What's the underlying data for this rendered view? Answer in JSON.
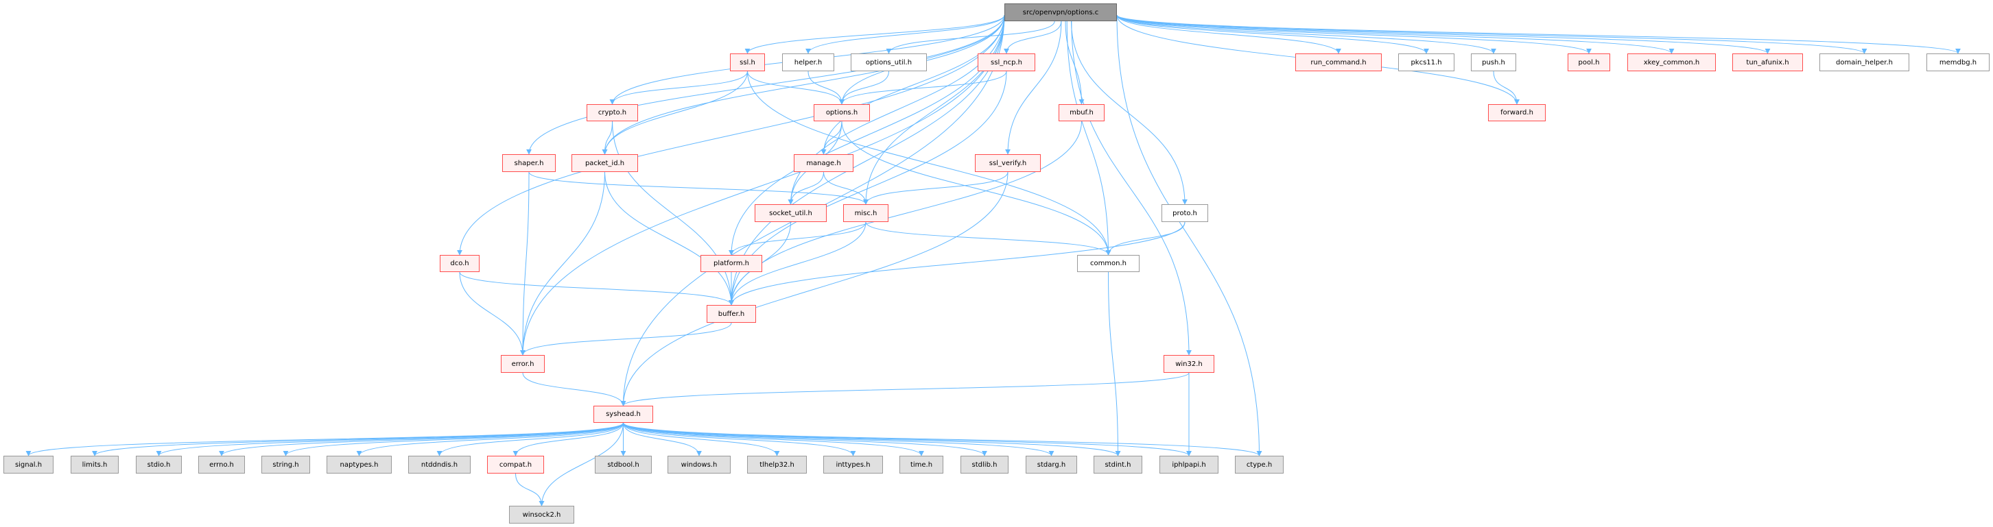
{
  "graph": {
    "edge_color": "#63b8ff",
    "nodes": [
      {
        "id": "root",
        "label": "src/openvpn/options.c",
        "kind": "root"
      },
      {
        "id": "ssl",
        "label": "ssl.h",
        "kind": "red"
      },
      {
        "id": "helper",
        "label": "helper.h",
        "kind": "plain"
      },
      {
        "id": "options_util",
        "label": "options_util.h",
        "kind": "plain"
      },
      {
        "id": "ssl_ncp",
        "label": "ssl_ncp.h",
        "kind": "red"
      },
      {
        "id": "run_command",
        "label": "run_command.h",
        "kind": "red"
      },
      {
        "id": "pkcs11",
        "label": "pkcs11.h",
        "kind": "plain"
      },
      {
        "id": "push",
        "label": "push.h",
        "kind": "plain"
      },
      {
        "id": "pool",
        "label": "pool.h",
        "kind": "red"
      },
      {
        "id": "xkey_common",
        "label": "xkey_common.h",
        "kind": "red"
      },
      {
        "id": "tun_afunix",
        "label": "tun_afunix.h",
        "kind": "red"
      },
      {
        "id": "domain_helper",
        "label": "domain_helper.h",
        "kind": "plain"
      },
      {
        "id": "memdbg",
        "label": "memdbg.h",
        "kind": "plain"
      },
      {
        "id": "crypto",
        "label": "crypto.h",
        "kind": "red"
      },
      {
        "id": "options",
        "label": "options.h",
        "kind": "red"
      },
      {
        "id": "mbuf",
        "label": "mbuf.h",
        "kind": "red"
      },
      {
        "id": "forward",
        "label": "forward.h",
        "kind": "red"
      },
      {
        "id": "shaper",
        "label": "shaper.h",
        "kind": "red"
      },
      {
        "id": "packet_id",
        "label": "packet_id.h",
        "kind": "red"
      },
      {
        "id": "manage",
        "label": "manage.h",
        "kind": "red"
      },
      {
        "id": "ssl_verify",
        "label": "ssl_verify.h",
        "kind": "red"
      },
      {
        "id": "socket_util",
        "label": "socket_util.h",
        "kind": "red"
      },
      {
        "id": "misc",
        "label": "misc.h",
        "kind": "red"
      },
      {
        "id": "proto",
        "label": "proto.h",
        "kind": "plain"
      },
      {
        "id": "dco",
        "label": "dco.h",
        "kind": "red"
      },
      {
        "id": "platform",
        "label": "platform.h",
        "kind": "red"
      },
      {
        "id": "common",
        "label": "common.h",
        "kind": "plain"
      },
      {
        "id": "buffer",
        "label": "buffer.h",
        "kind": "red"
      },
      {
        "id": "error",
        "label": "error.h",
        "kind": "red"
      },
      {
        "id": "win32",
        "label": "win32.h",
        "kind": "red"
      },
      {
        "id": "syshead",
        "label": "syshead.h",
        "kind": "red"
      },
      {
        "id": "signal",
        "label": "signal.h",
        "kind": "system"
      },
      {
        "id": "limits",
        "label": "limits.h",
        "kind": "system"
      },
      {
        "id": "stdio",
        "label": "stdio.h",
        "kind": "system"
      },
      {
        "id": "errno",
        "label": "errno.h",
        "kind": "system"
      },
      {
        "id": "string",
        "label": "string.h",
        "kind": "system"
      },
      {
        "id": "naptypes",
        "label": "naptypes.h",
        "kind": "system"
      },
      {
        "id": "ntddndis",
        "label": "ntddndis.h",
        "kind": "system"
      },
      {
        "id": "compat",
        "label": "compat.h",
        "kind": "red"
      },
      {
        "id": "stdbool",
        "label": "stdbool.h",
        "kind": "system"
      },
      {
        "id": "windows",
        "label": "windows.h",
        "kind": "system"
      },
      {
        "id": "tlhelp32",
        "label": "tlhelp32.h",
        "kind": "system"
      },
      {
        "id": "inttypes",
        "label": "inttypes.h",
        "kind": "system"
      },
      {
        "id": "time",
        "label": "time.h",
        "kind": "system"
      },
      {
        "id": "stdlib",
        "label": "stdlib.h",
        "kind": "system"
      },
      {
        "id": "stdarg",
        "label": "stdarg.h",
        "kind": "system"
      },
      {
        "id": "stdint",
        "label": "stdint.h",
        "kind": "system"
      },
      {
        "id": "iphlpapi",
        "label": "iphlpapi.h",
        "kind": "system"
      },
      {
        "id": "ctype",
        "label": "ctype.h",
        "kind": "system"
      },
      {
        "id": "winsock2",
        "label": "winsock2.h",
        "kind": "system"
      }
    ],
    "edges": [
      [
        "root",
        "ssl"
      ],
      [
        "root",
        "helper"
      ],
      [
        "root",
        "options_util"
      ],
      [
        "root",
        "ssl_ncp"
      ],
      [
        "root",
        "run_command"
      ],
      [
        "root",
        "pkcs11"
      ],
      [
        "root",
        "push"
      ],
      [
        "root",
        "pool"
      ],
      [
        "root",
        "xkey_common"
      ],
      [
        "root",
        "tun_afunix"
      ],
      [
        "root",
        "domain_helper"
      ],
      [
        "root",
        "memdbg"
      ],
      [
        "root",
        "forward"
      ],
      [
        "root",
        "crypto"
      ],
      [
        "root",
        "packet_id"
      ],
      [
        "root",
        "shaper"
      ],
      [
        "root",
        "dco"
      ],
      [
        "root",
        "error"
      ],
      [
        "root",
        "syshead"
      ],
      [
        "root",
        "buffer"
      ],
      [
        "root",
        "socket_util"
      ],
      [
        "root",
        "manage"
      ],
      [
        "root",
        "platform"
      ],
      [
        "root",
        "options"
      ],
      [
        "root",
        "misc"
      ],
      [
        "root",
        "mbuf"
      ],
      [
        "root",
        "ssl_verify"
      ],
      [
        "root",
        "common"
      ],
      [
        "root",
        "proto"
      ],
      [
        "root",
        "win32"
      ],
      [
        "root",
        "ctype"
      ],
      [
        "ssl",
        "crypto"
      ],
      [
        "ssl",
        "packet_id"
      ],
      [
        "ssl",
        "options"
      ],
      [
        "ssl",
        "common"
      ],
      [
        "helper",
        "options"
      ],
      [
        "options_util",
        "options"
      ],
      [
        "ssl_ncp",
        "options"
      ],
      [
        "ssl_ncp",
        "buffer"
      ],
      [
        "crypto",
        "packet_id"
      ],
      [
        "crypto",
        "buffer"
      ],
      [
        "options",
        "manage"
      ],
      [
        "options",
        "socket_util"
      ],
      [
        "options",
        "common"
      ],
      [
        "mbuf",
        "buffer"
      ],
      [
        "push",
        "forward"
      ],
      [
        "shaper",
        "error"
      ],
      [
        "shaper",
        "misc"
      ],
      [
        "packet_id",
        "error"
      ],
      [
        "packet_id",
        "buffer"
      ],
      [
        "manage",
        "socket_util"
      ],
      [
        "manage",
        "misc"
      ],
      [
        "ssl_verify",
        "misc"
      ],
      [
        "ssl_verify",
        "syshead"
      ],
      [
        "socket_util",
        "buffer"
      ],
      [
        "misc",
        "platform"
      ],
      [
        "misc",
        "buffer"
      ],
      [
        "misc",
        "common"
      ],
      [
        "proto",
        "common"
      ],
      [
        "proto",
        "buffer"
      ],
      [
        "dco",
        "error"
      ],
      [
        "dco",
        "buffer"
      ],
      [
        "platform",
        "buffer"
      ],
      [
        "common",
        "stdint"
      ],
      [
        "buffer",
        "error"
      ],
      [
        "error",
        "syshead"
      ],
      [
        "win32",
        "syshead"
      ],
      [
        "win32",
        "iphlpapi"
      ],
      [
        "syshead",
        "signal"
      ],
      [
        "syshead",
        "limits"
      ],
      [
        "syshead",
        "stdio"
      ],
      [
        "syshead",
        "errno"
      ],
      [
        "syshead",
        "string"
      ],
      [
        "syshead",
        "naptypes"
      ],
      [
        "syshead",
        "ntddndis"
      ],
      [
        "syshead",
        "compat"
      ],
      [
        "syshead",
        "winsock2"
      ],
      [
        "syshead",
        "stdbool"
      ],
      [
        "syshead",
        "windows"
      ],
      [
        "syshead",
        "tlhelp32"
      ],
      [
        "syshead",
        "inttypes"
      ],
      [
        "syshead",
        "time"
      ],
      [
        "syshead",
        "stdlib"
      ],
      [
        "syshead",
        "stdarg"
      ],
      [
        "syshead",
        "stdint"
      ],
      [
        "syshead",
        "iphlpapi"
      ],
      [
        "syshead",
        "ctype"
      ],
      [
        "compat",
        "winsock2"
      ]
    ]
  }
}
